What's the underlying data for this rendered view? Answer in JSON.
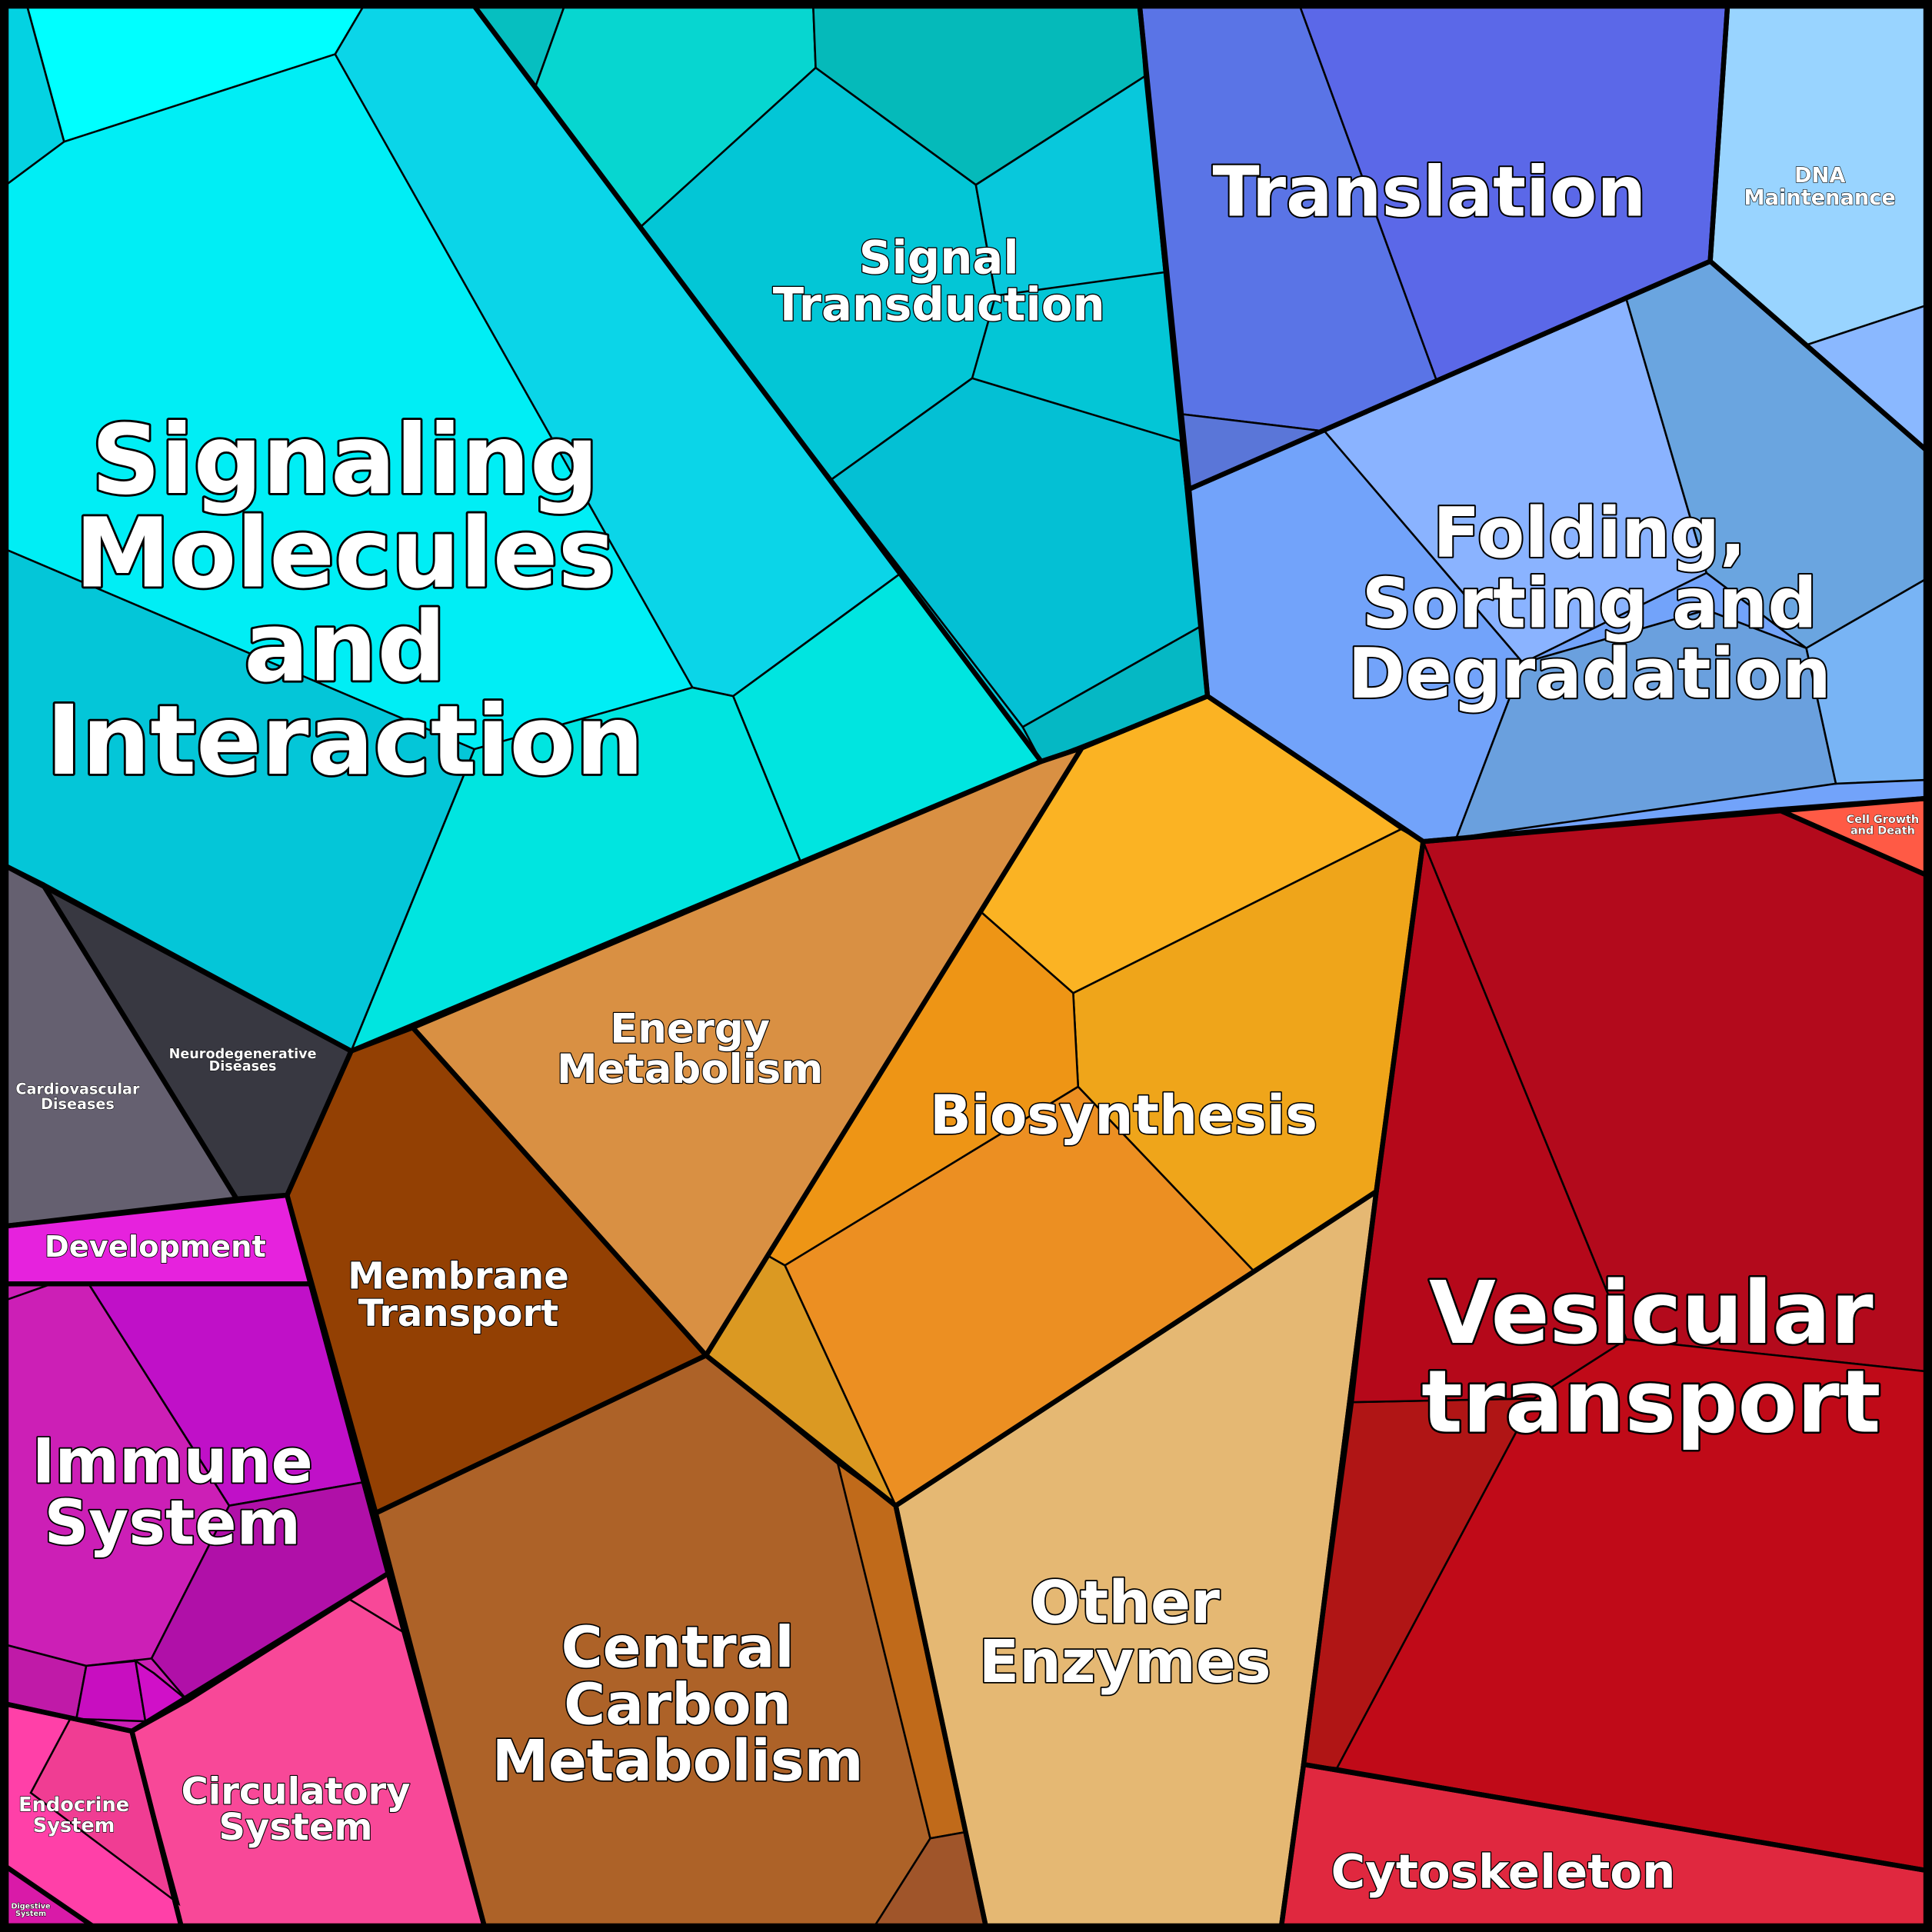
{
  "title": "Proteomap",
  "categories": [
    {
      "id": "signaling",
      "lines": [
        "Signaling",
        "Molecules",
        "and",
        "Interaction"
      ],
      "color": "#00eef5"
    },
    {
      "id": "signal_transduction",
      "lines": [
        "Signal",
        "Transduction"
      ],
      "color": "#03c6d6"
    },
    {
      "id": "translation",
      "lines": [
        "Translation"
      ],
      "color": "#5b6ee8"
    },
    {
      "id": "dna_maintenance",
      "lines": [
        "DNA",
        "Maintenance"
      ],
      "color": "#99d4ff"
    },
    {
      "id": "folding",
      "lines": [
        "Folding,",
        "Sorting and",
        "Degradation"
      ],
      "color": "#72a3fa"
    },
    {
      "id": "cell_growth",
      "lines": [
        "Cell Growth",
        "and Death"
      ],
      "color": "#ff5a45"
    },
    {
      "id": "vesicular",
      "lines": [
        "Vesicular",
        "transport"
      ],
      "color": "#b30a1c"
    },
    {
      "id": "cytoskeleton",
      "lines": [
        "Cytoskeleton"
      ],
      "color": "#e0283f"
    },
    {
      "id": "biosynthesis",
      "lines": [
        "Biosynthesis"
      ],
      "color": "#efa51a"
    },
    {
      "id": "other_enzymes",
      "lines": [
        "Other",
        "Enzymes"
      ],
      "color": "#e5b873"
    },
    {
      "id": "energy",
      "lines": [
        "Energy",
        "Metabolism"
      ],
      "color": "#d99043"
    },
    {
      "id": "membrane",
      "lines": [
        "Membrane",
        "Transport"
      ],
      "color": "#934003"
    },
    {
      "id": "central_carbon",
      "lines": [
        "Central",
        "Carbon",
        "Metabolism"
      ],
      "color": "#ad6228"
    },
    {
      "id": "immune",
      "lines": [
        "Immune",
        "System"
      ],
      "color": "#cc1fb6"
    },
    {
      "id": "development",
      "lines": [
        "Development"
      ],
      "color": "#e622dd"
    },
    {
      "id": "cardiovascular",
      "lines": [
        "Cardiovascular",
        "Diseases"
      ],
      "color": "#656070"
    },
    {
      "id": "neurodegenerative",
      "lines": [
        "Neurodegenerative",
        "Diseases"
      ],
      "color": "#383841"
    },
    {
      "id": "circulatory",
      "lines": [
        "Circulatory",
        "System"
      ],
      "color": "#f84898"
    },
    {
      "id": "endocrine",
      "lines": [
        "Endocrine",
        "System"
      ],
      "color": "#ff40a8"
    },
    {
      "id": "digestive",
      "lines": [
        "Digestive",
        "System"
      ],
      "color": "#d91aa8"
    }
  ]
}
